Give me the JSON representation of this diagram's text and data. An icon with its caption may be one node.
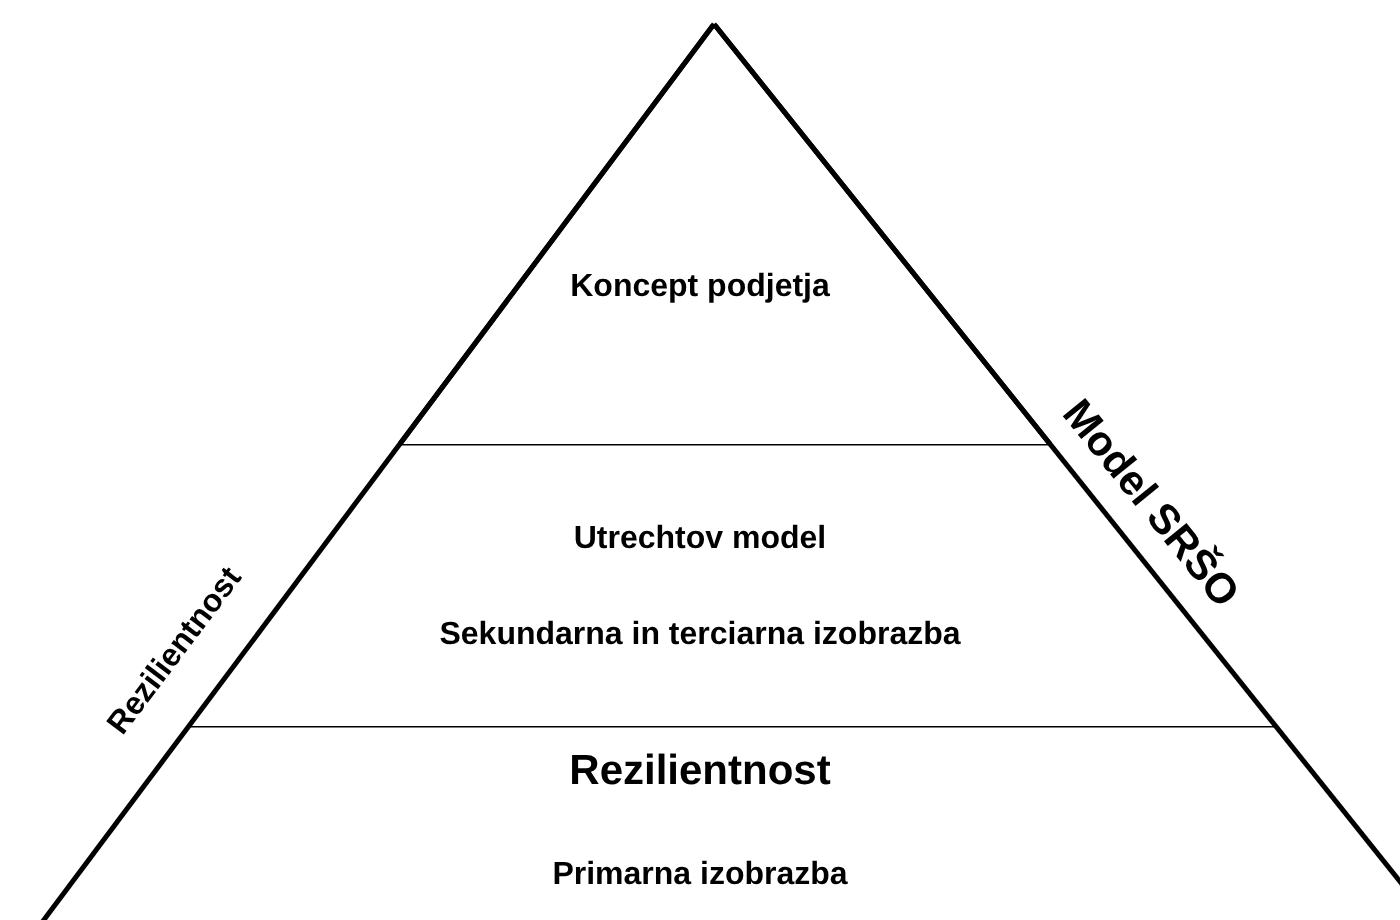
{
  "diagram": {
    "nodes": [
      {
        "text": [
          "Koncept podjetja"
        ]
      },
      {
        "text": [
          "Utrechtov model",
          "Sekundarna in terciarna izobrazba"
        ]
      },
      {
        "text": [
          "Rezilientnost",
          "Primarna izobrazba"
        ]
      }
    ],
    "labels": [
      "Model SRŠO",
      "Rezilientnost"
    ]
  }
}
